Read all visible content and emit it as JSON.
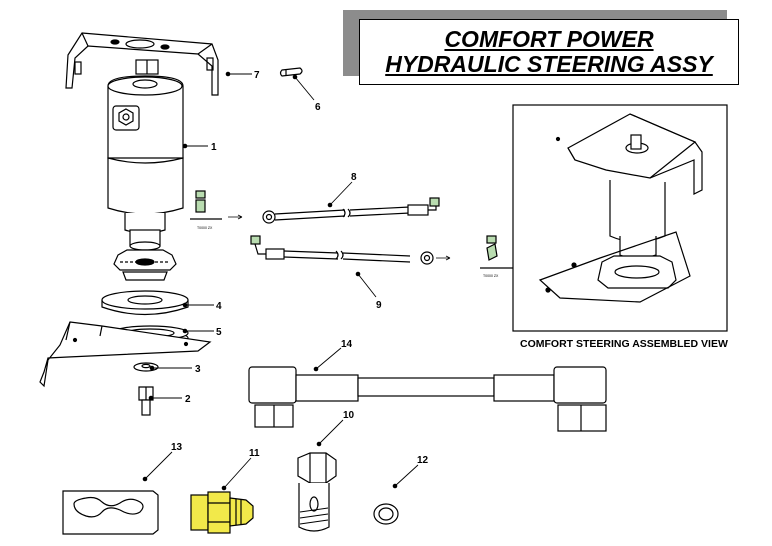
{
  "title": {
    "line1": "COMFORT  POWER",
    "line2": "HYDRAULIC  STEERING ASSY"
  },
  "assembled_view_caption": "COMFORT STEERING ASSEMBLED VIEW",
  "callouts": [
    "1",
    "2",
    "3",
    "4",
    "5",
    "6",
    "7",
    "8",
    "9",
    "10",
    "11",
    "12",
    "13",
    "14"
  ],
  "colors": {
    "fitting_yellow": "#f2e94a",
    "fitting_green": "#b9dcb0",
    "line": "#000000",
    "title_shadow": "#8c8c8c"
  }
}
